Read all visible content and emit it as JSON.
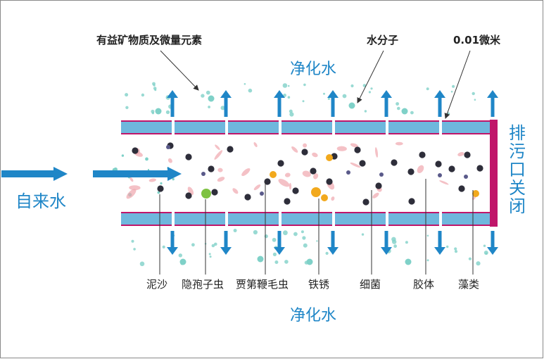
{
  "labels": {
    "top_left": "有益矿物质及微量元素",
    "top_mid": "水分子",
    "top_right": "0.01微米",
    "purified_top": "净化水",
    "purified_bottom": "净化水",
    "inlet": "自来水",
    "drain": "排污口关闭"
  },
  "contaminants": [
    "泥沙",
    "隐孢子虫",
    "贾第鞭毛虫",
    "铁锈",
    "细菌",
    "胶体",
    "藻类"
  ],
  "colors": {
    "accent": "#1f86c7",
    "membrane": "#6fb7dd",
    "membrane_edge": "#c0166a",
    "drain_bar": "#c0166a",
    "particle_dark": "#2e2e3a",
    "particle_orange": "#f2a91d",
    "particle_green": "#7ec242",
    "particle_pink": "#f0a7ae",
    "water_dot": "#7fd1c8"
  }
}
